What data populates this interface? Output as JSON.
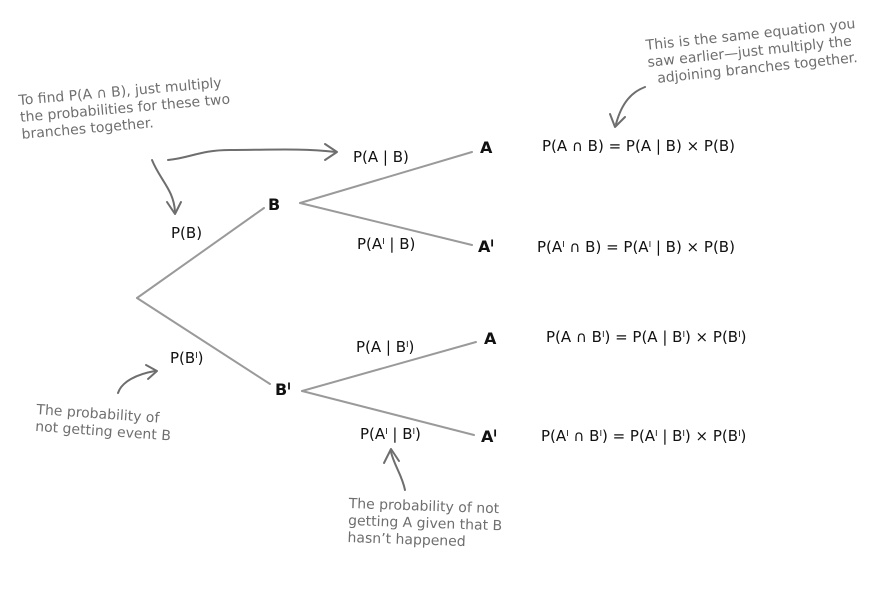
{
  "nodes": {
    "b": "B",
    "b_prime": "Bˡ",
    "a_top": "A",
    "a_prime_top": "Aˡ",
    "a_bottom": "A",
    "a_prime_bottom": "Aˡ"
  },
  "branches": {
    "p_b": "P(B)",
    "p_b_prime": "P(Bˡ)",
    "p_a_given_b": "P(A | B)",
    "p_a_prime_given_b": "P(Aˡ | B)",
    "p_a_given_b_prime": "P(A | Bˡ)",
    "p_a_prime_given_b_prime": "P(Aˡ | Bˡ)"
  },
  "equations": {
    "eq1": "P(A ∩ B) = P(A | B) × P(B)",
    "eq2": "P(Aˡ ∩ B) = P(Aˡ | B) × P(B)",
    "eq3": "P(A ∩ Bˡ) = P(A | Bˡ) × P(Bˡ)",
    "eq4": "P(Aˡ ∩ Bˡ) = P(Aˡ | Bˡ) × P(Bˡ)"
  },
  "annotations": {
    "find_intersection": [
      "To find P(A ∩ B), just multiply",
      "the probabilities for these two",
      "branches together."
    ],
    "same_equation": [
      "This is the same equation you",
      "saw earlier—just multiply the",
      "adjoining branches together."
    ],
    "not_getting_b": [
      "The probability of",
      "not getting event B"
    ],
    "not_getting_a": [
      "The probability of not",
      "getting A given that B",
      "hasn’t happened"
    ]
  },
  "colors": {
    "line": "#9a9a9a",
    "annotation": "#6e6e6e",
    "text": "#111111"
  }
}
